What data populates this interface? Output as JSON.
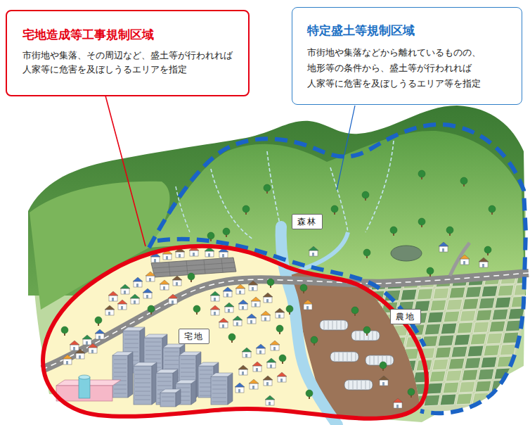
{
  "diagram": {
    "nodes": [
      {
        "text": [
          "宅地造成等工事規制区域",
          "市街地や集落、その周辺など、盛土等が行われれば 人家等に危害を及ぼしうるエリアを指定"
        ]
      },
      {
        "text": [
          "特定盛土等規制区域",
          "市街地や集落などから離れているものの、 地形等の条件から、盛土等が行われれば 人家等に危害を及ぼしうるエリア等を指定"
        ]
      },
      {
        "text": [
          "森林"
        ]
      },
      {
        "text": [
          "農地"
        ]
      },
      {
        "text": [
          "宅地"
        ]
      }
    ]
  }
}
